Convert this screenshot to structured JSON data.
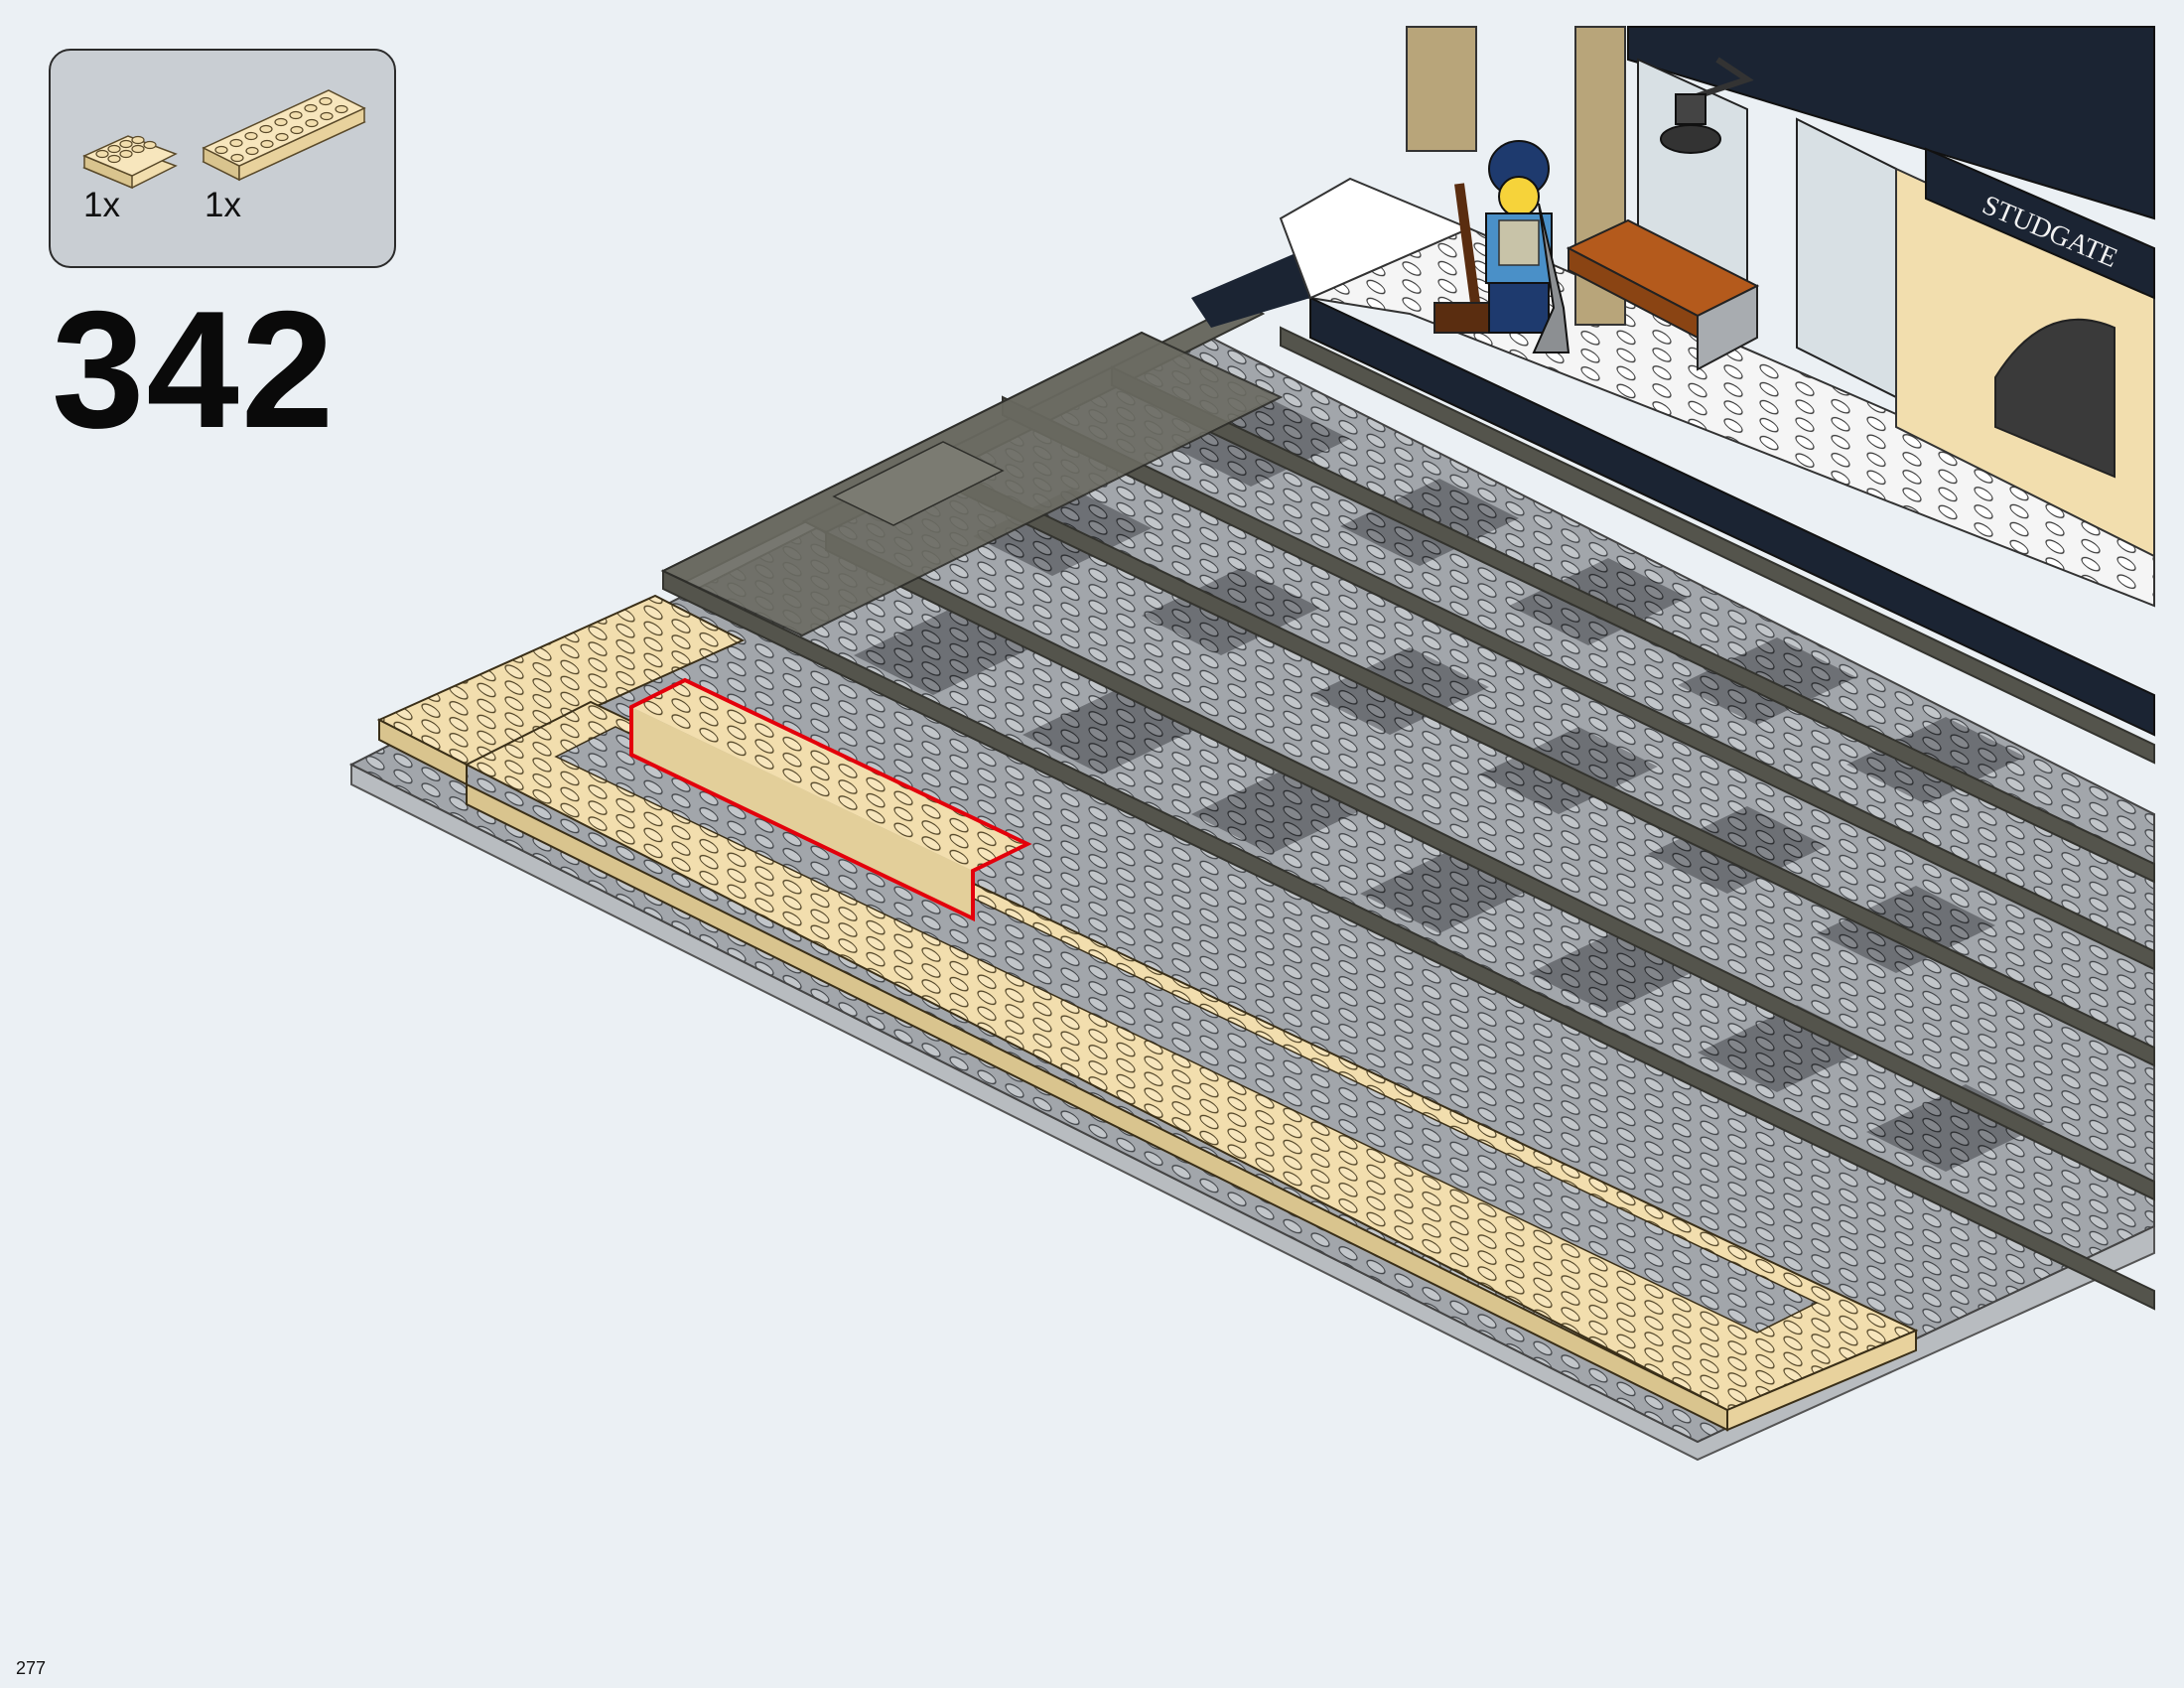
{
  "step": {
    "number": "342"
  },
  "parts": [
    {
      "qty": "1x",
      "name": "tan-brick-2x4",
      "color": "#f2deae"
    },
    {
      "qty": "1x",
      "name": "tan-brick-2x8",
      "color": "#f2deae"
    }
  ],
  "scene": {
    "station_sign": "STUDGATE",
    "highlight_color": "#e3000b",
    "colors": {
      "tan": "#f2deae",
      "tan_shade": "#d9c48e",
      "baseplate": "#9a9ea3",
      "baseplate_stud": "#b4b8bc",
      "track": "#6b6b62",
      "track_dark": "#54544c",
      "platform_white": "#f7f7f7",
      "dark_blue": "#1b2433",
      "bench": "#b45a1c"
    }
  },
  "footer": {
    "page_number": "277"
  }
}
